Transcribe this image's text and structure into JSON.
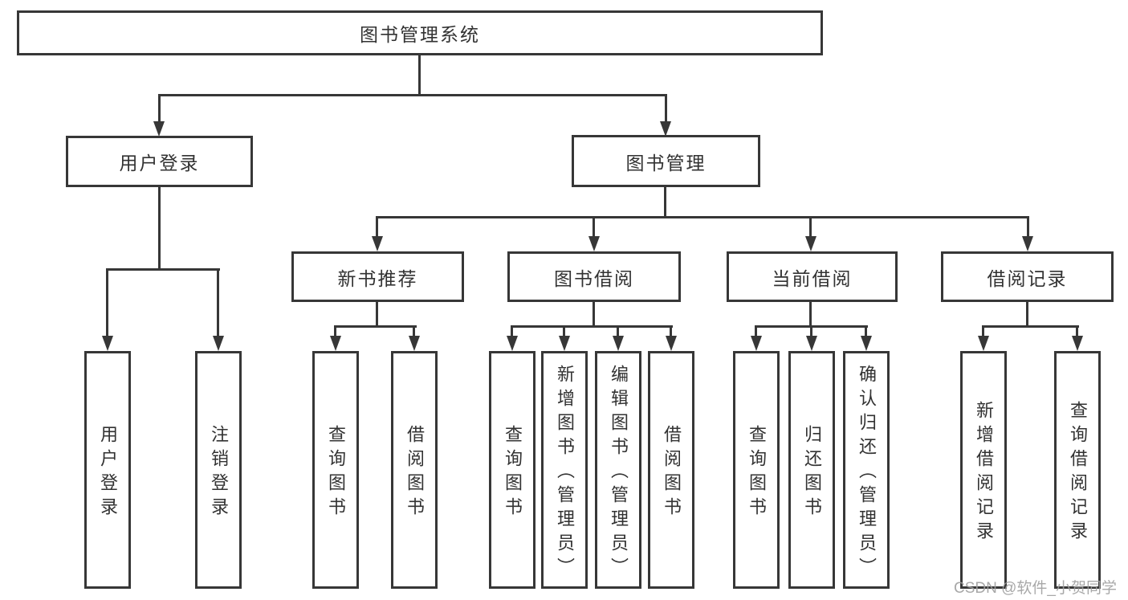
{
  "diagram_title": "图书管理系统",
  "tree": {
    "root": {
      "label": "图书管理系统"
    },
    "branches": [
      {
        "label": "用户登录",
        "children": [
          {
            "label": "用户登录"
          },
          {
            "label": "注销登录"
          }
        ]
      },
      {
        "label": "图书管理",
        "children": [
          {
            "label": "新书推荐",
            "children": [
              {
                "label": "查询图书"
              },
              {
                "label": "借阅图书"
              }
            ]
          },
          {
            "label": "图书借阅",
            "children": [
              {
                "label": "查询图书"
              },
              {
                "label": "新增图书（管理员）"
              },
              {
                "label": "编辑图书（管理员）"
              },
              {
                "label": "借阅图书"
              }
            ]
          },
          {
            "label": "当前借阅",
            "children": [
              {
                "label": "查询图书"
              },
              {
                "label": "归还图书"
              },
              {
                "label": "确认归还（管理员）"
              }
            ]
          },
          {
            "label": "借阅记录",
            "children": [
              {
                "label": "新增借阅记录"
              },
              {
                "label": "查询借阅记录"
              }
            ]
          }
        ]
      }
    ]
  },
  "watermark": {
    "text": "CSDN @软件_小贺同学"
  },
  "colors": {
    "line": "#373737",
    "text": "#323232",
    "background": "#ffffff",
    "watermark": "#9f9f9f"
  }
}
